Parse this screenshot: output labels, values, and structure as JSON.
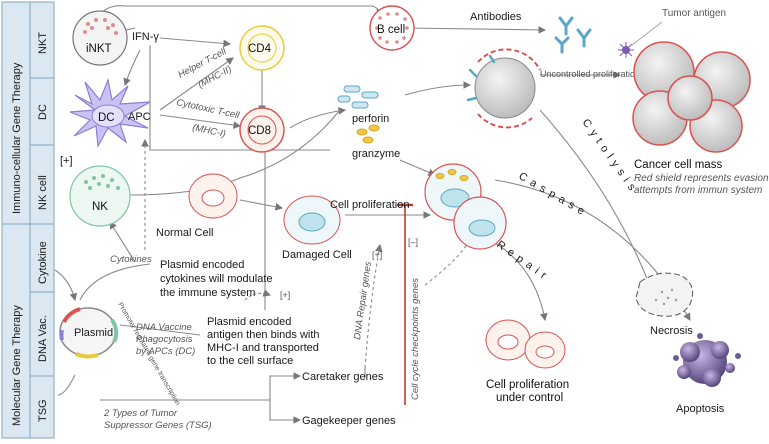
{
  "side_labels": {
    "immuno": "Immuno-cellular Gene Therapy",
    "molecular": "Molecular Gene Therapy",
    "nkt": "NKT",
    "dc": "DC",
    "nk_cell": "NK cell",
    "cytokine": "Cytokine",
    "dna_vac": "DNA Vac.",
    "tsg": "TSG"
  },
  "cells": {
    "inkt": "iNKT",
    "ifn": "IFN-γ",
    "dc": "DC",
    "apc": "APC",
    "nk": "NK",
    "plus1": "[+]",
    "cd4": "CD4",
    "cd8": "CD8",
    "helper": "Helper T-cell",
    "mhc2": "(MHC-II)",
    "cytotoxic": "Cytotoxic T-cell",
    "mhc1": "(MHC-I)",
    "bcell": "B cell",
    "antibodies": "Antibodies",
    "tumor_antigen": "Tumor antigen",
    "uncontrolled": "Uncontrolled proliferation",
    "perforin": "perforin",
    "granzyme": "granzyme",
    "cancer_mass": "Cancer cell mass",
    "red_shield_1": "Red shield represents evasion",
    "red_shield_2": "attempts from immun system",
    "cytolysis": "C y t o l y s i s",
    "caspase": "C a s p a s e",
    "repair": "R e p a i r",
    "necrosis": "Necrosis",
    "apoptosis": "Apoptosis",
    "normal_cell": "Normal Cell",
    "damaged_cell": "Damaged Cell",
    "cell_prolif": "Cell proliferation",
    "prolif_control_1": "Cell proliferation",
    "prolif_control_2": "under control",
    "plus2": "[+]",
    "minus": "[–]",
    "dna_repair": "DNA Repair genes",
    "checkpoints": "Cell cycle checkpoints genes"
  },
  "molecular": {
    "cytokines": "Cytokines",
    "cytokines_text_1": "Plasmid encoded",
    "cytokines_text_2": "cytokines will modulate",
    "cytokines_text_3": "the immune system",
    "plus3": "[+]",
    "plasmid": "Plasmid",
    "promoter": "Promoter regulated gene transcription",
    "dna_vaccine_1": "DNA Vaccine",
    "dna_vaccine_2": "Phagocytosis",
    "dna_vaccine_3": "by APCs (DC)",
    "antigen_1": "Plasmid encoded",
    "antigen_2": "antigen then binds with",
    "antigen_3": "MHC-I and transported",
    "antigen_4": "to the cell surface",
    "tsg_1": "2 Types of Tumor",
    "tsg_2": "Suppressor Genes (TSG)",
    "caretaker": "Caretaker genes",
    "gatekeeper": "Gagekeeper genes"
  },
  "colors": {
    "cell_outline_red": "#d9534f",
    "cell_fill": "#fdf2ec",
    "nucleus": "#bfe3ec",
    "dc_purple": "#8a7fd6",
    "cd4_yellow": "#e9c93a",
    "nk_green": "#7cc7a4",
    "antibody_blue": "#5aa6c8",
    "granzyme_gold": "#d9a51a"
  }
}
